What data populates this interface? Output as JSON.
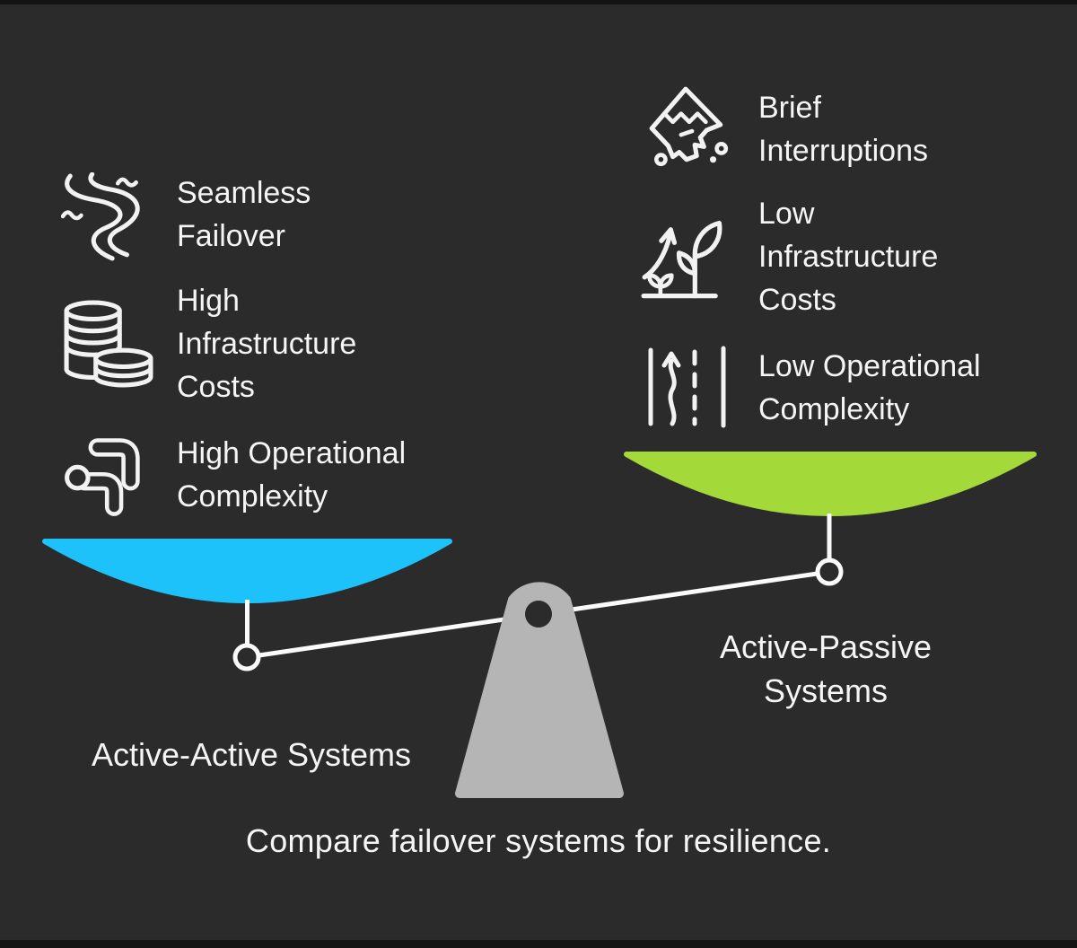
{
  "colors": {
    "background": "#2b2b2b",
    "edge_bar": "#141414",
    "left_pan": "#1dc2fb",
    "right_pan": "#a4d93a",
    "fulcrum": "#b5b5b5",
    "line": "#fafafa",
    "text": "#f5f5f5"
  },
  "scale": {
    "left_label": "Active-Active Systems",
    "right_label": "Active-Passive Systems"
  },
  "caption": "Compare failover systems for resilience.",
  "left_items": [
    {
      "icon": "winding-river-icon",
      "label": "Seamless Failover"
    },
    {
      "icon": "coin-stacks-icon",
      "label": "High Infrastructure Costs"
    },
    {
      "icon": "elbow-pipes-icon",
      "label": "High Operational Complexity"
    }
  ],
  "right_items": [
    {
      "icon": "mountain-avalanche-icon",
      "label": "Brief Interruptions"
    },
    {
      "icon": "sprout-growth-arrow-icon",
      "label": "Low Infrastructure Costs"
    },
    {
      "icon": "road-lanes-arrow-icon",
      "label": "Low Operational Complexity"
    }
  ]
}
